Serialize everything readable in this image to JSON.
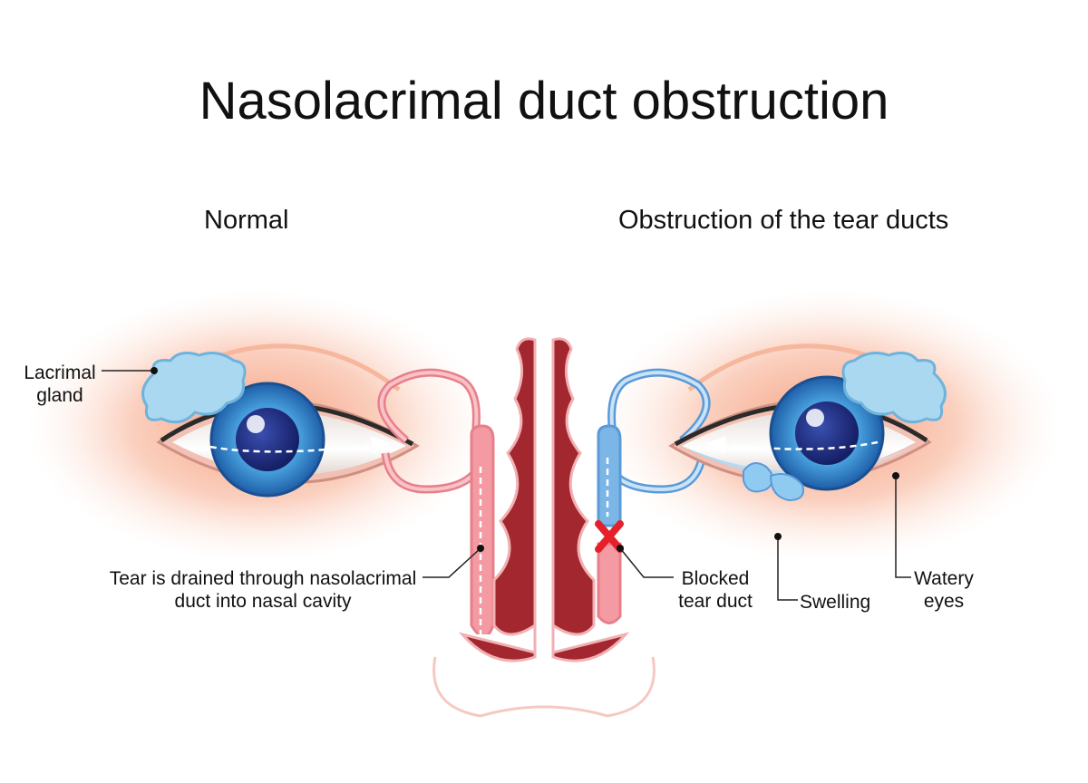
{
  "title": "Nasolacrimal duct obstruction",
  "panels": {
    "normal": {
      "heading": "Normal"
    },
    "obstructed": {
      "heading": "Obstruction of the tear ducts"
    }
  },
  "labels": {
    "lacrimal_gland": {
      "line1": "Lacrimal",
      "line2": "gland"
    },
    "tear_drained": {
      "line1": "Tear is drained through nasolacrimal",
      "line2": "duct into nasal cavity"
    },
    "blocked_duct": {
      "line1": "Blocked",
      "line2": "tear duct"
    },
    "swelling": {
      "line1": "Swelling"
    },
    "watery_eyes": {
      "line1": "Watery",
      "line2": "eyes"
    }
  },
  "colors": {
    "skin_glow": "#f7a98a",
    "iris": "#2f7fc4",
    "pupil": "#1c2f8a",
    "gland": "#a9d8f0",
    "duct_normal": "#f49aa2",
    "duct_blocked": "#7bb6e6",
    "nasal_wall": "#a3272f",
    "block_mark": "#e5202a"
  }
}
